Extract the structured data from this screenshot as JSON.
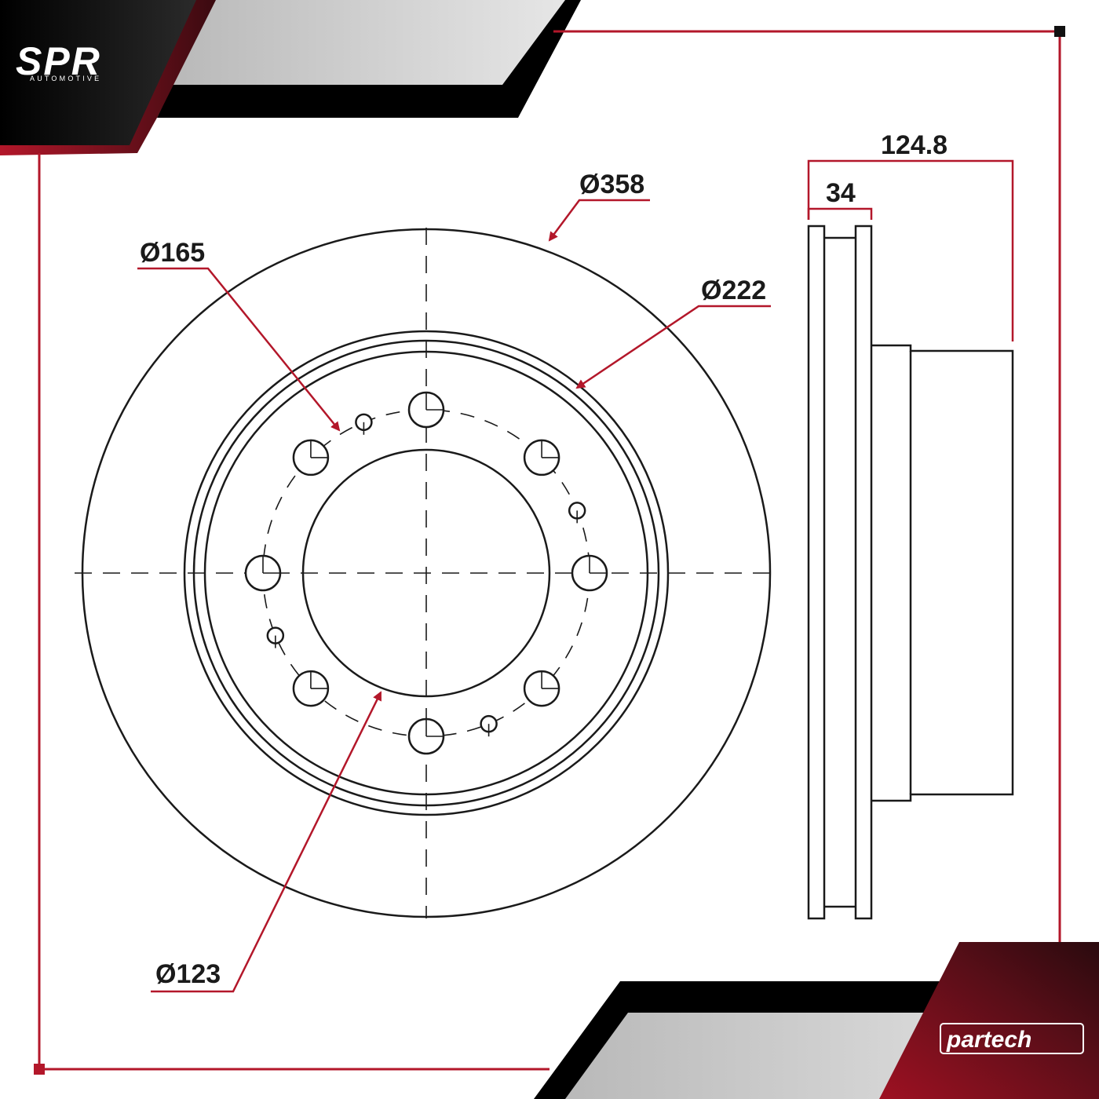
{
  "brand": {
    "logo_text": "SPR",
    "logo_subtext": "AUTOMOTIVE",
    "partner_logo_text": "partech"
  },
  "colors": {
    "accent_red": "#b3172a",
    "dark": "#111111",
    "line": "#1a1a1a",
    "light_gray": "#cfcfcf"
  },
  "dimensions": {
    "outer_diameter": "Ø358",
    "bolt_circle_diameter": "Ø165",
    "friction_inner_diameter": "Ø222",
    "center_bore_diameter": "Ø123",
    "total_height": "124.8",
    "thickness": "34"
  }
}
